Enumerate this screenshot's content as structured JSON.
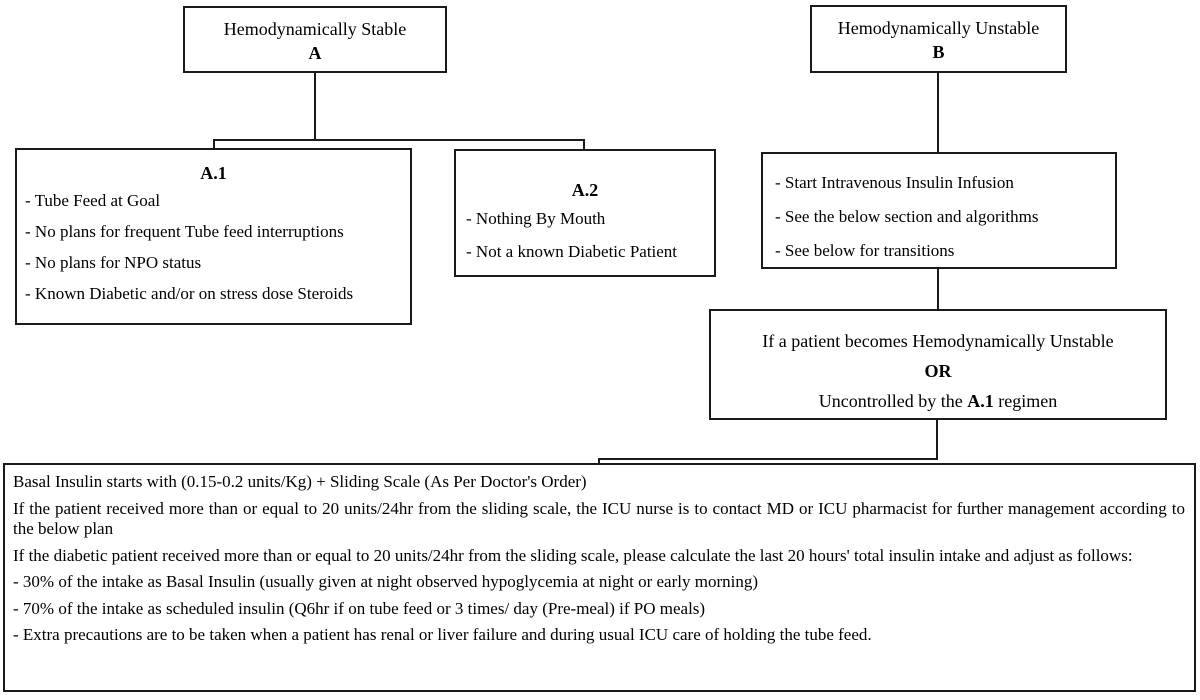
{
  "flowchart": {
    "colors": {
      "border": "#1a1a1a",
      "text": "#000000",
      "background": "#ffffff"
    },
    "box_a": {
      "title": "Hemodynamically Stable",
      "label": "A"
    },
    "box_b": {
      "title": "Hemodynamically Unstable",
      "label": "B"
    },
    "box_a1": {
      "title": "A.1",
      "items": [
        "- Tube Feed at Goal",
        "- No plans for frequent Tube feed interruptions",
        "- No plans for NPO status",
        "- Known Diabetic and/or on stress dose Steroids"
      ]
    },
    "box_a2": {
      "title": "A.2",
      "items": [
        "- Nothing By Mouth",
        "- Not a known Diabetic Patient"
      ]
    },
    "box_b1": {
      "items": [
        "- Start Intravenous Insulin Infusion",
        "- See the below section and algorithms",
        "- See below for transitions"
      ]
    },
    "box_escalation": {
      "line1": "If a patient becomes Hemodynamically Unstable",
      "line2": "OR",
      "line3_prefix": "Uncontrolled by the ",
      "line3_bold": "A.1",
      "line3_suffix": " regimen"
    },
    "box_plan": {
      "paragraphs": [
        "Basal Insulin starts with (0.15-0.2 units/Kg) + Sliding Scale (As Per Doctor's Order)",
        "If the patient received more than or equal to 20 units/24hr from the sliding scale, the ICU nurse is to contact MD or ICU pharmacist for further management according to the below plan",
        "If the diabetic patient received more than or equal to 20 units/24hr from the sliding scale, please calculate the last 20 hours' total insulin intake and adjust as follows:",
        "- 30% of the intake as Basal Insulin (usually given at night observed hypoglycemia at night or early morning)",
        "- 70% of the intake as scheduled insulin (Q6hr if on tube feed or 3 times/ day (Pre-meal) if PO meals)",
        "- Extra precautions are to be taken when a patient has renal or liver failure and during usual ICU care of holding the tube feed."
      ]
    }
  }
}
